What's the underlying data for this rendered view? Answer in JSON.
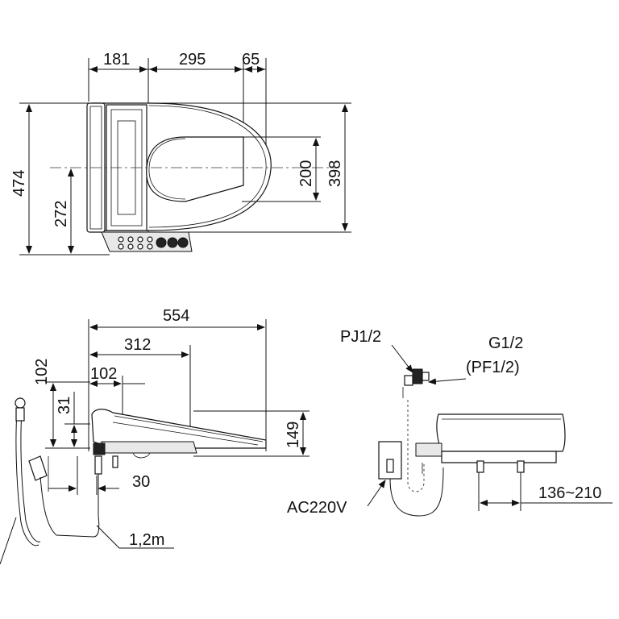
{
  "top_view": {
    "dims": {
      "d181": "181",
      "d295": "295",
      "d65": "65",
      "d474": "474",
      "d272": "272",
      "d200": "200",
      "d398": "398"
    }
  },
  "side_view": {
    "dims": {
      "d554": "554",
      "d312": "312",
      "d102_h": "102",
      "d102_v": "102",
      "d31": "31",
      "d149": "149",
      "d30": "30",
      "cord": "1,2m"
    }
  },
  "install_view": {
    "labels": {
      "pj": "PJ1/2",
      "g": "G1/2",
      "pf": "(PF1/2)",
      "ac": "AC220V",
      "range": "136~210"
    }
  }
}
